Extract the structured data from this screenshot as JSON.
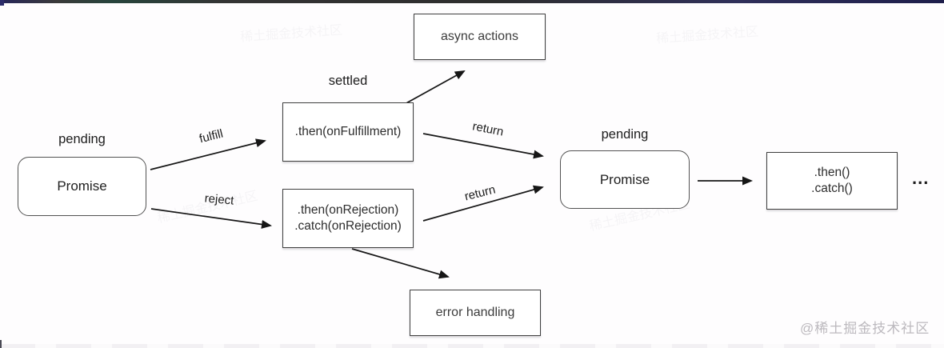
{
  "nodes": {
    "promise1": {
      "title": "Promise",
      "state": "pending"
    },
    "then_fulfillment": {
      "code": ".then(onFulfillment)",
      "state": "settled"
    },
    "async_actions": {
      "label": "async actions"
    },
    "then_rejection": {
      "code_line1": ".then(onRejection)",
      "code_line2": ".catch(onRejection)"
    },
    "error_handling": {
      "label": "error handling"
    },
    "promise2": {
      "title": "Promise",
      "state": "pending"
    },
    "then_catch": {
      "code_line1": ".then()",
      "code_line2": ".catch()"
    },
    "continuation": {
      "label": "..."
    }
  },
  "edges": {
    "fulfill": {
      "label": "fulfill"
    },
    "reject": {
      "label": "reject"
    },
    "return_top": {
      "label": "return"
    },
    "return_bottom": {
      "label": "return"
    }
  },
  "watermark": {
    "corner": "@稀土掘金技术社区",
    "faint": "稀土掘金技术社区"
  },
  "colors": {
    "line": "#161616",
    "box_border": "#3e3e3e",
    "text": "#1f1f1f",
    "watermark": "#bcb9be"
  }
}
